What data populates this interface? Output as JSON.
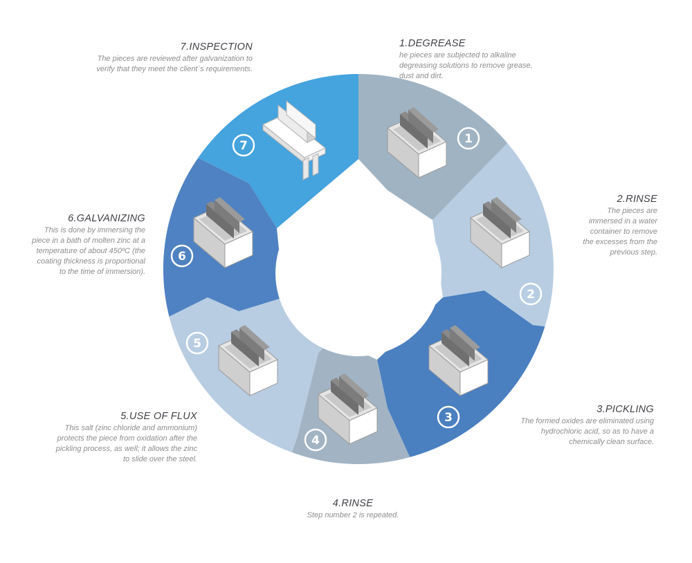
{
  "steps": [
    {
      "number": "1",
      "title": "1.DEGREASE",
      "desc": "he pieces are subjected to alkaline degreasing solutions to remove grease, dust and dirt.",
      "color": "#9fb3c3",
      "piece": "tank"
    },
    {
      "number": "2",
      "title": "2.RINSE",
      "desc": "The pieces are immersed in a water container to remove the excesses from the previous step.",
      "color": "#b8cde2",
      "piece": "tank"
    },
    {
      "number": "3",
      "title": "3.PICKLING",
      "desc": "The formed oxides are eliminated using hydrochloric acid, so as to have a chemically clean surface.",
      "color": "#4a7fc0",
      "piece": "tank"
    },
    {
      "number": "4",
      "title": "4.RINSE",
      "desc": "Step number 2 is repeated.",
      "color": "#a2b4c4",
      "piece": "tank"
    },
    {
      "number": "5",
      "title": "5.USE OF FLUX",
      "desc": "This salt (zinc chloride and ammonium) protects the piece from oxidation after the pickling process, as well; it allows the zinc to slide over the steel.",
      "color": "#b8cde2",
      "piece": "tank"
    },
    {
      "number": "6",
      "title": "6.GALVANIZING",
      "desc": "This is done by immersing the piece in a bath of molten zinc at a temperature of about 450ºC (the coating thickness is proportional to the time of immersion).",
      "color": "#4f82c2",
      "piece": "tank"
    },
    {
      "number": "7",
      "title": "7.INSPECTION",
      "desc": "The pieces are reviewed after galvanization to verify that they meet the client´s requirements.",
      "color": "#45a3de",
      "piece": "beam"
    }
  ],
  "colors": {
    "badge_stroke": "#ffffff",
    "text_title": "#3f3f46",
    "text_desc": "#8c8c8c",
    "hole": "#ffffff"
  }
}
